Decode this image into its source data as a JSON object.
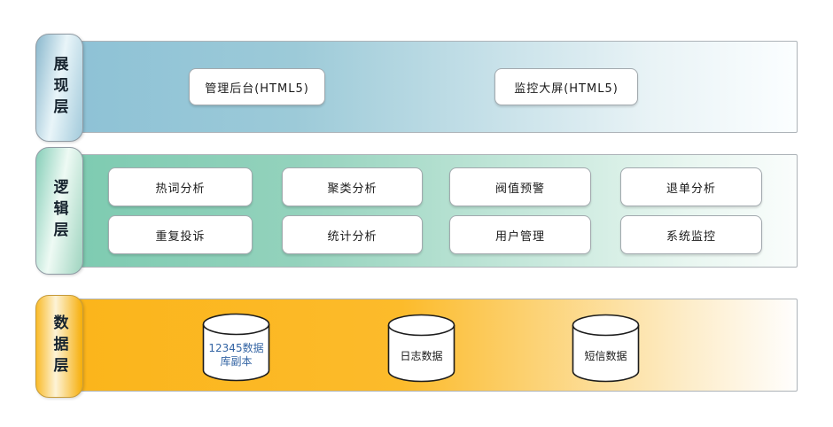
{
  "diagram": {
    "title": "three-tier architecture diagram",
    "layers": [
      {
        "name": "presentation",
        "tab_label": "展现层",
        "band_color_start": "#8ec2d6",
        "band_color_end": "#fbfeff",
        "nodes": [
          "管理后台(HTML5)",
          "监控大屏(HTML5)"
        ]
      },
      {
        "name": "logic",
        "tab_label": "逻辑层",
        "band_color_start": "#7ecbb1",
        "band_color_end": "#fafdfc",
        "nodes_row1": [
          "热词分析",
          "聚类分析",
          "阀值预警",
          "退单分析"
        ],
        "nodes_row2": [
          "重复投诉",
          "统计分析",
          "用户管理",
          "系统监控"
        ]
      },
      {
        "name": "data",
        "tab_label": "数据层",
        "band_color_start": "#fbb51b",
        "band_color_end": "#fffefd",
        "databases": [
          {
            "line1": "12345数据",
            "line2": "库副本",
            "text_color": "#3465a4"
          },
          {
            "line1": "日志数据",
            "line2": "",
            "text_color": "#1a1a1a"
          },
          {
            "line1": "短信数据",
            "line2": "",
            "text_color": "#1a1a1a"
          }
        ]
      }
    ]
  }
}
